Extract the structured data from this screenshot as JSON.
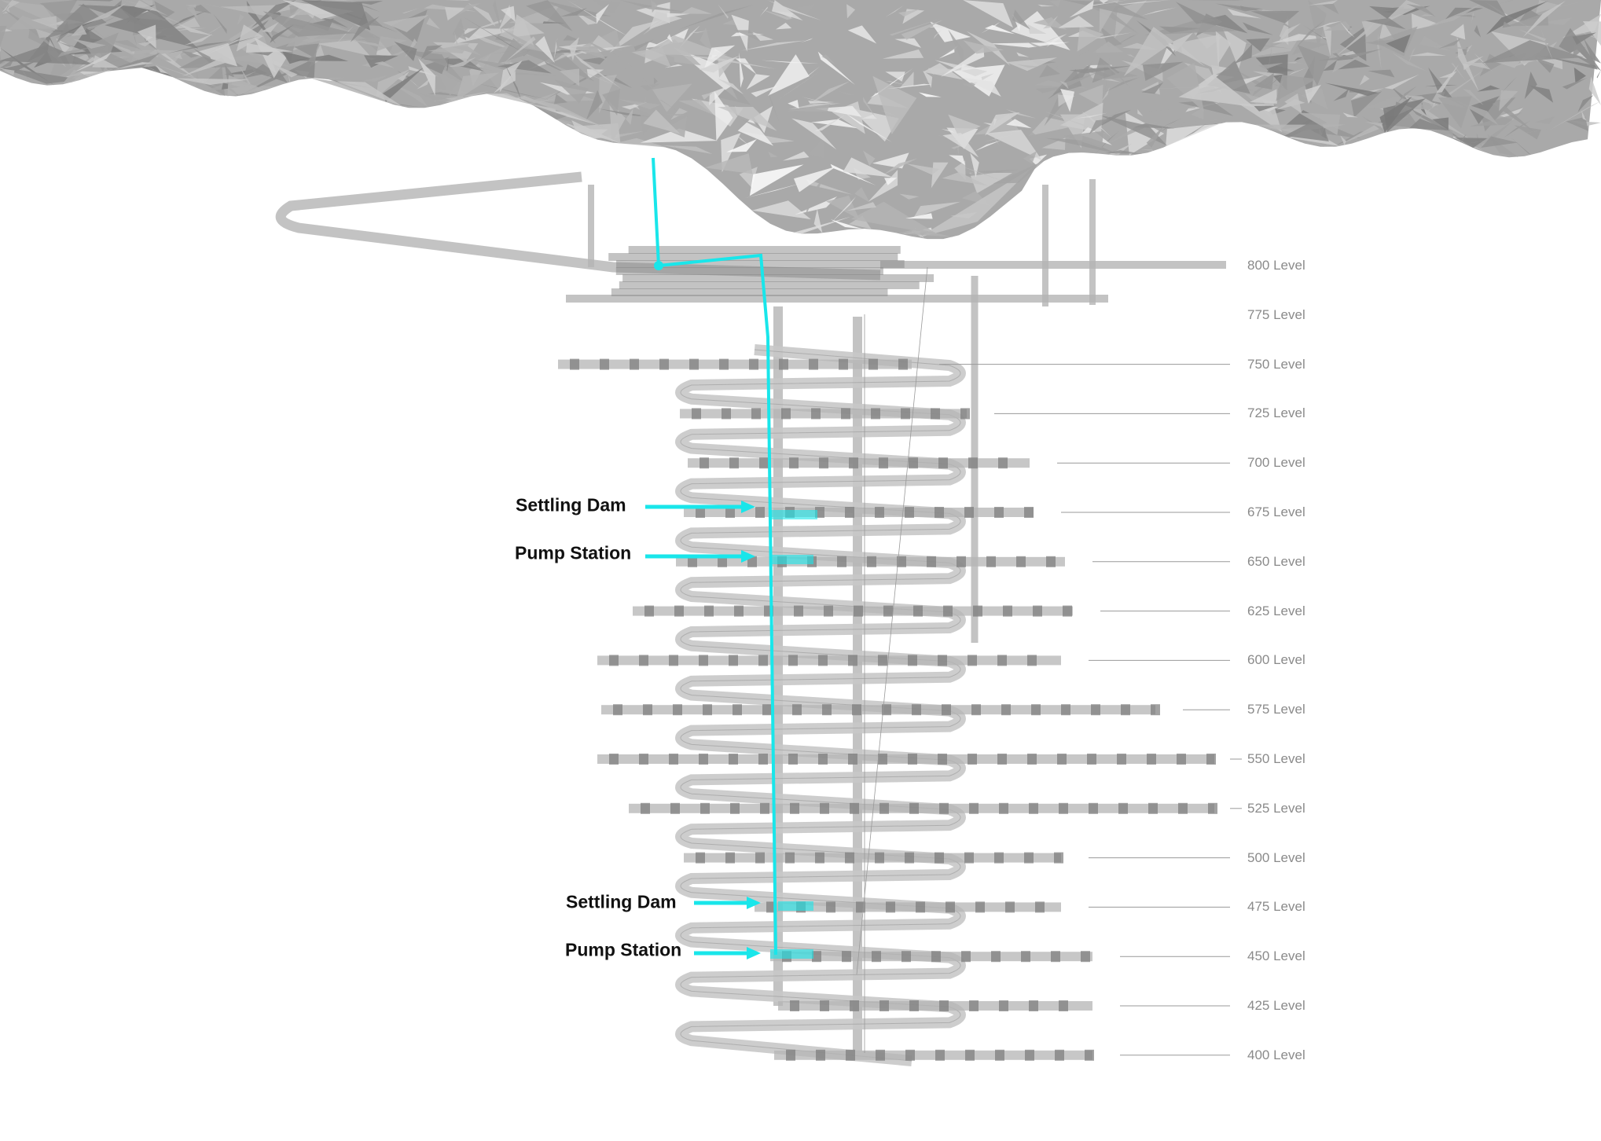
{
  "levels": [
    "800 Level",
    "775 Level",
    "750 Level",
    "725 Level",
    "700 Level",
    "675 Level",
    "650 Level",
    "625 Level",
    "600 Level",
    "575 Level",
    "550 Level",
    "525 Level",
    "500 Level",
    "475 Level",
    "450 Level",
    "425 Level",
    "400 Level"
  ],
  "annotations": [
    {
      "label": "Settling Dam",
      "level": "675 Level"
    },
    {
      "label": "Pump Station",
      "level": "650 Level"
    },
    {
      "label": "Settling Dam",
      "level": "475 Level"
    },
    {
      "label": "Pump Station",
      "level": "450 Level"
    }
  ],
  "colors": {
    "pipe": "#19e6ea",
    "infrastructure": "#b4b4b4",
    "terrain": "#9a9a9a",
    "label": "#8a8a8a"
  }
}
